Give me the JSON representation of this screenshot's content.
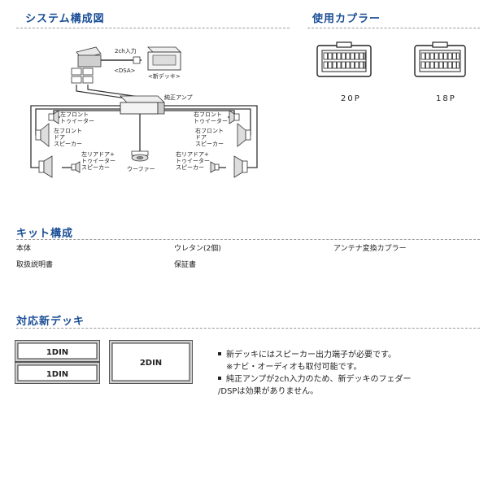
{
  "sections": {
    "system": "システム構成図",
    "coupler": "使用カプラー",
    "kit": "キット構成",
    "decks": "対応新デッキ"
  },
  "diagram": {
    "input_2ch": "2ch入力",
    "dsa": "<DSA>",
    "new_deck": "<新デッキ>",
    "factory_amp": "純正アンプ",
    "left_front_tweeter": [
      "左フロント",
      "トゥイーター"
    ],
    "left_front_door": [
      "左フロント",
      "ドア",
      "スピーカー"
    ],
    "left_rear": [
      "左リアドア+",
      "トゥイーター",
      "スピーカー"
    ],
    "right_front_tweeter": [
      "右フロント",
      "トゥイーター"
    ],
    "right_front_door": [
      "右フロント",
      "ドア",
      "スピーカー"
    ],
    "right_rear": [
      "右リアドア+",
      "トゥイーター",
      "スピーカー"
    ],
    "woofer": "ウーファー"
  },
  "couplers": [
    {
      "label": "20P"
    },
    {
      "label": "18P"
    }
  ],
  "kit": {
    "items": [
      "本体",
      "ウレタン(2個)",
      "アンテナ変換カプラー",
      "取扱説明書",
      "保証書"
    ]
  },
  "decks": {
    "din1": "1DIN",
    "din2": "2DIN"
  },
  "notes": {
    "line1": "新デッキにはスピーカー出力端子が必要です。",
    "line2": "※ナビ・オーディオも取付可能です。",
    "line3": "純正アンプが2ch入力のため、新デッキのフェダー",
    "line4": "/DSPは効果がありません。"
  }
}
